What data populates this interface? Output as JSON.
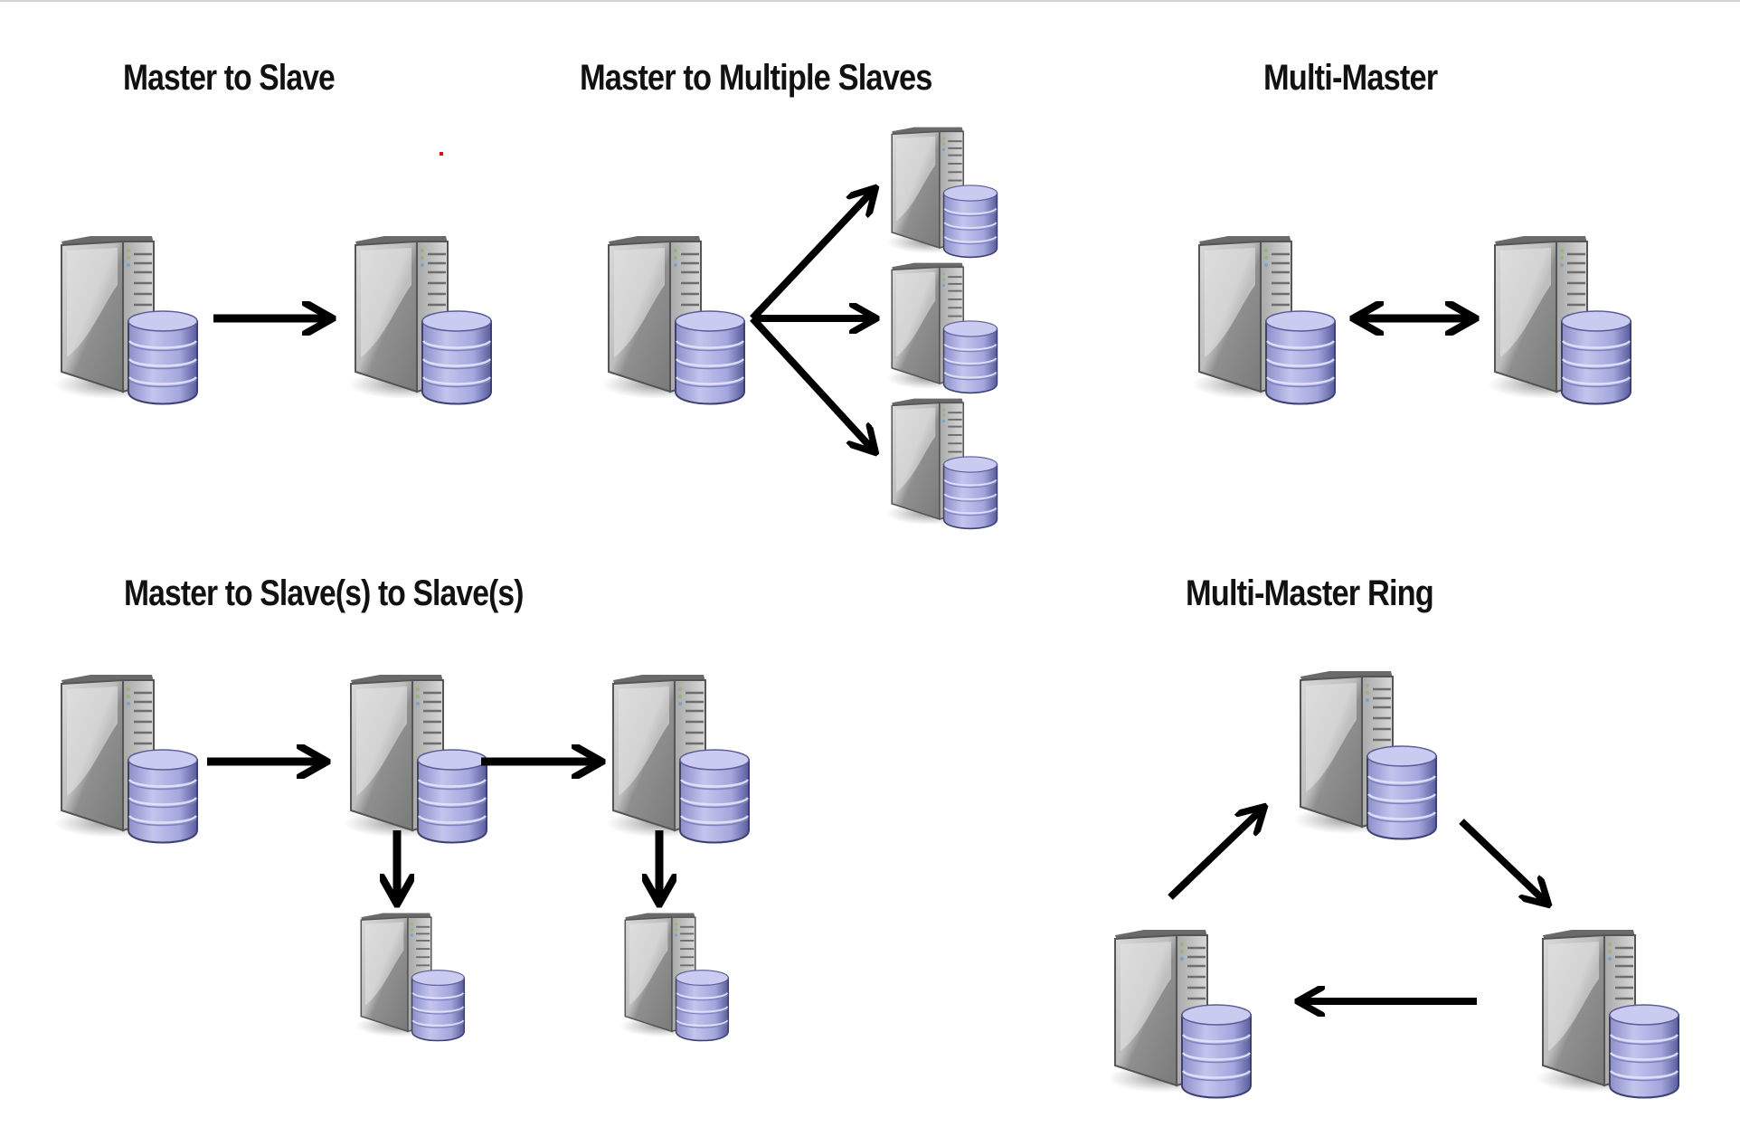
{
  "diagram": {
    "sections": [
      {
        "id": "master-to-slave",
        "title": "Master to Slave",
        "nodes": 2,
        "links": [
          "master -> slave"
        ]
      },
      {
        "id": "master-to-multiple-slaves",
        "title": "Master to Multiple Slaves",
        "nodes": 4,
        "links": [
          "master -> slave 1",
          "master -> slave 2",
          "master -> slave 3"
        ]
      },
      {
        "id": "multi-master",
        "title": "Multi-Master",
        "nodes": 2,
        "links": [
          "master 1 <-> master 2"
        ]
      },
      {
        "id": "master-to-slaves-to-slaves",
        "title": "Master to Slave(s) to Slave(s)",
        "nodes": 5,
        "links": [
          "master -> slave A",
          "slave A -> slave B",
          "slave A -> slave A1",
          "slave B -> slave B1"
        ]
      },
      {
        "id": "multi-master-ring",
        "title": "Multi-Master Ring",
        "nodes": 3,
        "links": [
          "bottom-left -> top",
          "top -> bottom-right",
          "bottom-right -> bottom-left"
        ]
      }
    ],
    "icons": {
      "node": "server-with-database-icon",
      "link": "arrow-icon"
    },
    "colors": {
      "arrow": "#000000",
      "database": "#a9abdd",
      "server": "#9a9a9a",
      "title": "#111111"
    }
  }
}
